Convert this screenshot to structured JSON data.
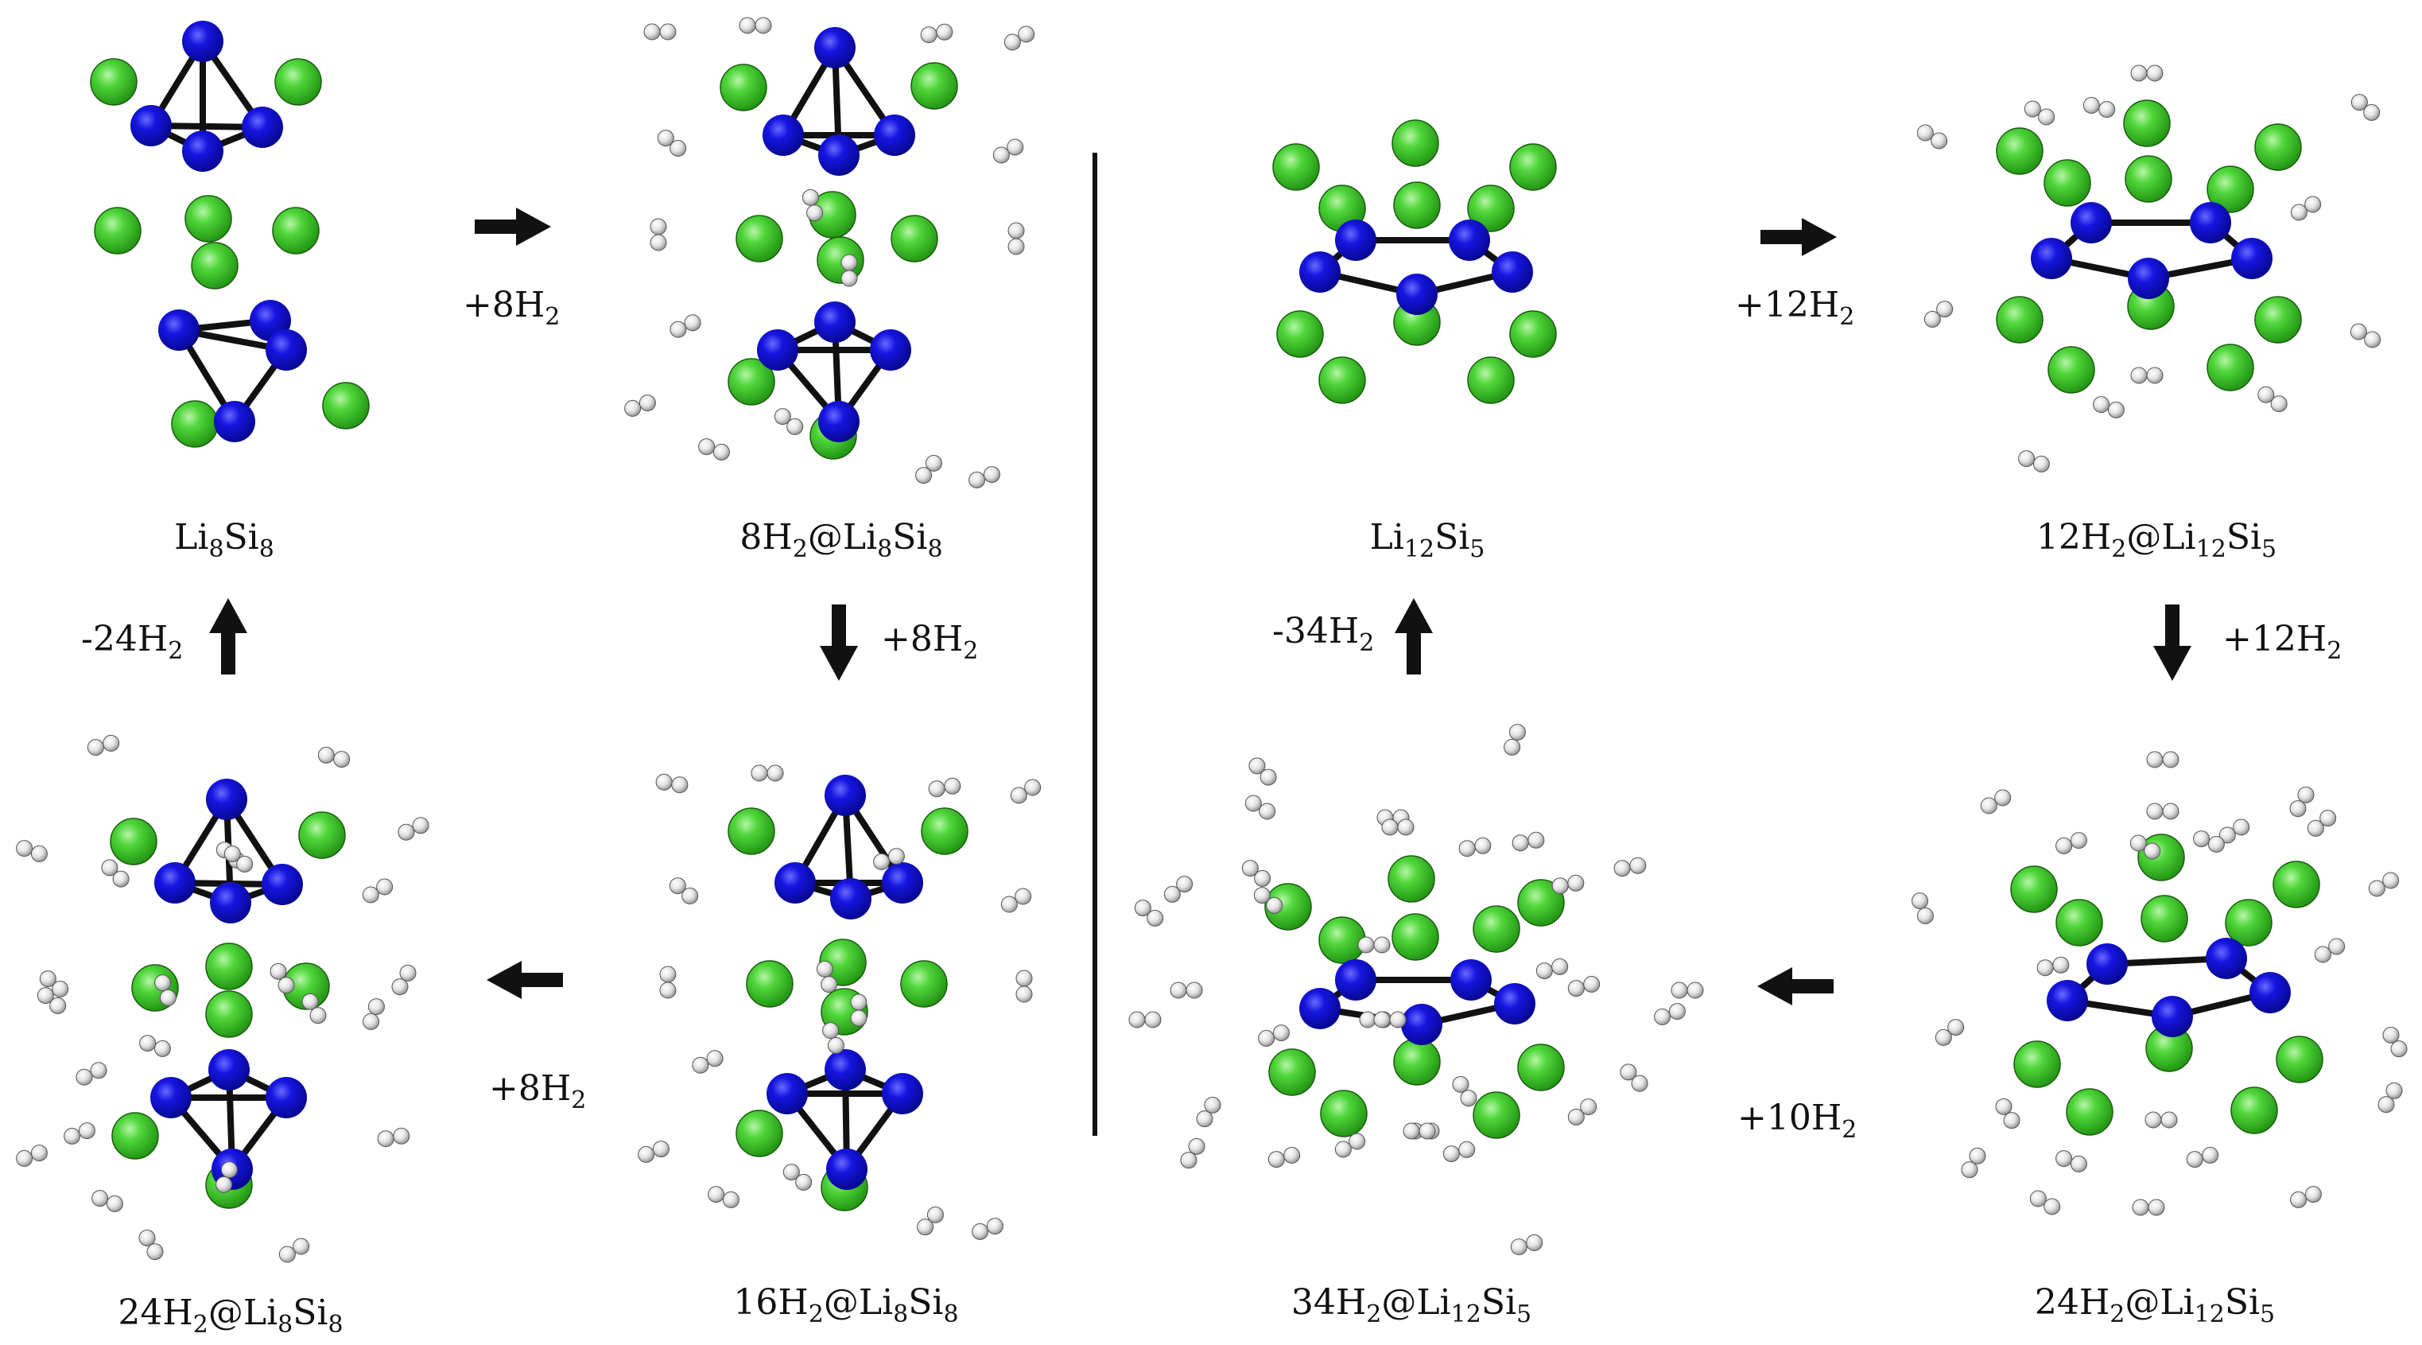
{
  "colors": {
    "li_atom": "#35c21f",
    "si_atom": "#1010d8",
    "h_atom": "#e6e6e6",
    "bond": "#111111",
    "arrow": "#111111"
  },
  "structures": {
    "li8si8": {
      "main": "Li",
      "sub1": "8",
      "mid": "Si",
      "sub2": "8"
    },
    "h8_li8si8": {
      "pre": "8H",
      "psub": "2",
      "at": "@Li",
      "sub1": "8",
      "mid": "Si",
      "sub2": "8"
    },
    "h16_li8si8": {
      "pre": "16H",
      "psub": "2",
      "at": "@Li",
      "sub1": "8",
      "mid": "Si",
      "sub2": "8"
    },
    "h24_li8si8": {
      "pre": "24H",
      "psub": "2",
      "at": "@Li",
      "sub1": "8",
      "mid": "Si",
      "sub2": "8"
    },
    "li12si5": {
      "main": "Li",
      "sub1": "12",
      "mid": "Si",
      "sub2": "5"
    },
    "h12_li12si5": {
      "pre": "12H",
      "psub": "2",
      "at": "@Li",
      "sub1": "12",
      "mid": "Si",
      "sub2": "5"
    },
    "h24_li12si5": {
      "pre": "24H",
      "psub": "2",
      "at": "@Li",
      "sub1": "12",
      "mid": "Si",
      "sub2": "5"
    },
    "h34_li12si5": {
      "pre": "34H",
      "psub": "2",
      "at": "@Li",
      "sub1": "12",
      "mid": "Si",
      "sub2": "5"
    }
  },
  "steps": {
    "a_add8_first": {
      "text": "+8H",
      "sub": "2"
    },
    "a_add8_second": {
      "text": "+8H",
      "sub": "2"
    },
    "a_add8_third": {
      "text": "+8H",
      "sub": "2"
    },
    "a_remove24": {
      "text": "-24H",
      "sub": "2"
    },
    "b_add12_first": {
      "text": "+12H",
      "sub": "2"
    },
    "b_add12_second": {
      "text": "+12H",
      "sub": "2"
    },
    "b_add10": {
      "text": "+10H",
      "sub": "2"
    },
    "b_remove34": {
      "text": "-34H",
      "sub": "2"
    }
  }
}
